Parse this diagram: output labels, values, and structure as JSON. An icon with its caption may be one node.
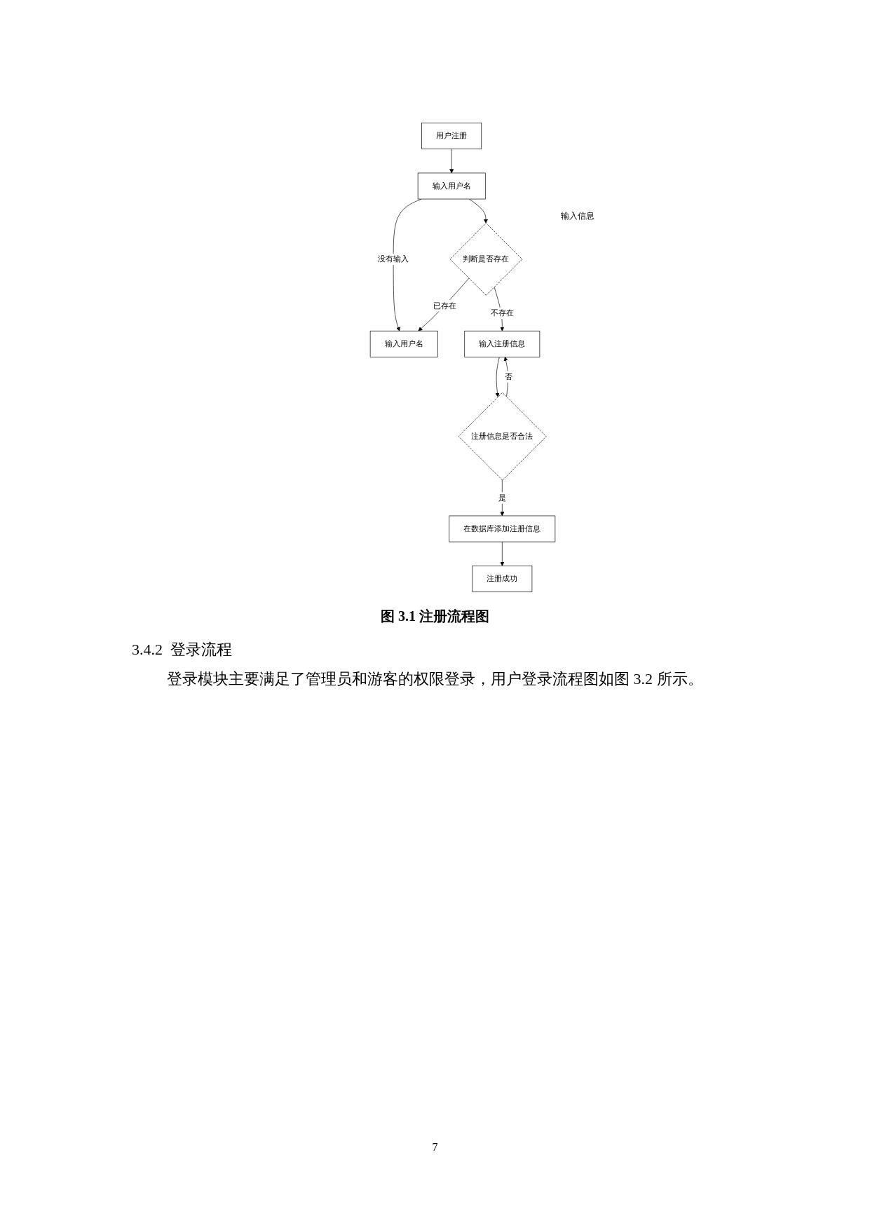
{
  "diagram": {
    "caption": "图 3.1 注册流程图",
    "nodes": [
      {
        "text": [
          "用户注册"
        ]
      },
      {
        "text": [
          "输入用户名"
        ]
      },
      {
        "text": [
          "输入用户名"
        ]
      },
      {
        "text": [
          "判断是否存在"
        ]
      },
      {
        "text": [
          "输入注册信息"
        ]
      },
      {
        "text": [
          "注册信息是否合法"
        ]
      },
      {
        "text": [
          "在数据库添加注册信息"
        ]
      },
      {
        "text": [
          "注册成功"
        ]
      }
    ],
    "edges": [
      {
        "from": 0,
        "to": 1,
        "arrow": "to"
      },
      {
        "from": 1,
        "to": 2,
        "arrow": "to",
        "label": "没有输入"
      },
      {
        "from": 1,
        "to": 3,
        "arrow": "to"
      },
      {
        "from": 3,
        "to": 2,
        "arrow": "to",
        "label": "已存在"
      },
      {
        "from": 3,
        "to": 4,
        "arrow": "to",
        "label": "不存在"
      },
      {
        "from": 4,
        "to": 5,
        "arrow": "to"
      },
      {
        "from": 5,
        "to": 4,
        "arrow": "to",
        "label": "否"
      },
      {
        "from": 5,
        "to": 6,
        "arrow": "to",
        "label": "是"
      },
      {
        "from": 6,
        "to": 7,
        "arrow": "to"
      }
    ],
    "labels": [
      "输入信息",
      "3.4.2  登录流程",
      "登录模块主要满足了管理员和游客的权限登录，用户登录流程图如图 3.2 所示。",
      "7"
    ]
  }
}
